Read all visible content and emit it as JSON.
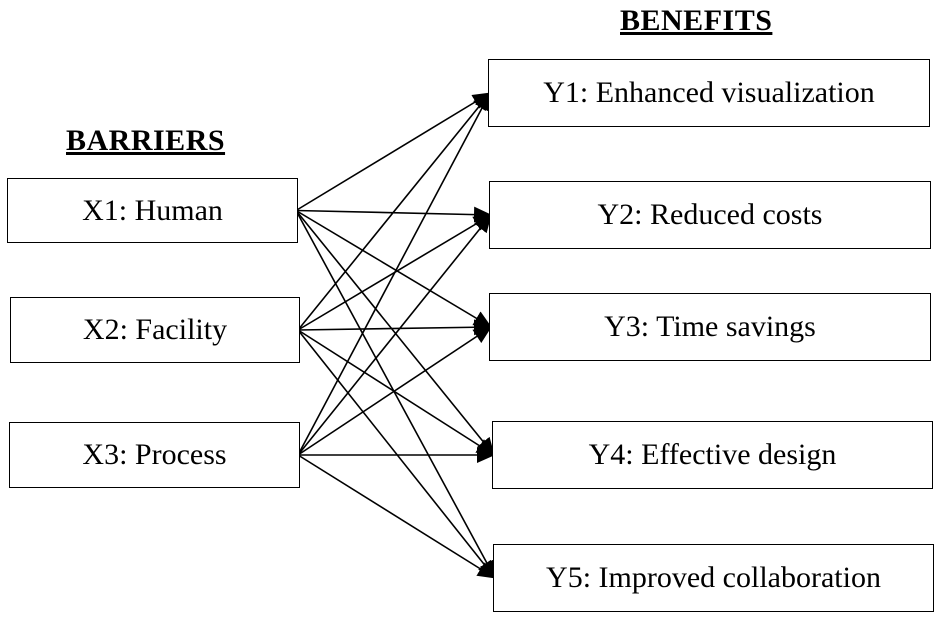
{
  "headings": {
    "barriers": "BARRIERS",
    "benefits": "BENEFITS"
  },
  "barriers": [
    {
      "id": "X1",
      "label": "X1: Human"
    },
    {
      "id": "X2",
      "label": "X2: Facility"
    },
    {
      "id": "X3",
      "label": "X3: Process"
    }
  ],
  "benefits": [
    {
      "id": "Y1",
      "label": "Y1: Enhanced visualization"
    },
    {
      "id": "Y2",
      "label": "Y2: Reduced costs"
    },
    {
      "id": "Y3",
      "label": "Y3: Time savings"
    },
    {
      "id": "Y4",
      "label": "Y4: Effective design"
    },
    {
      "id": "Y5",
      "label": "Y5: Improved collaboration"
    }
  ],
  "connections": [
    [
      "X1",
      "Y1"
    ],
    [
      "X1",
      "Y2"
    ],
    [
      "X1",
      "Y3"
    ],
    [
      "X1",
      "Y4"
    ],
    [
      "X1",
      "Y5"
    ],
    [
      "X2",
      "Y1"
    ],
    [
      "X2",
      "Y2"
    ],
    [
      "X2",
      "Y3"
    ],
    [
      "X2",
      "Y4"
    ],
    [
      "X2",
      "Y5"
    ],
    [
      "X3",
      "Y1"
    ],
    [
      "X3",
      "Y2"
    ],
    [
      "X3",
      "Y3"
    ],
    [
      "X3",
      "Y4"
    ],
    [
      "X3",
      "Y5"
    ]
  ],
  "colors": {
    "line": "#000000",
    "background": "#ffffff"
  }
}
